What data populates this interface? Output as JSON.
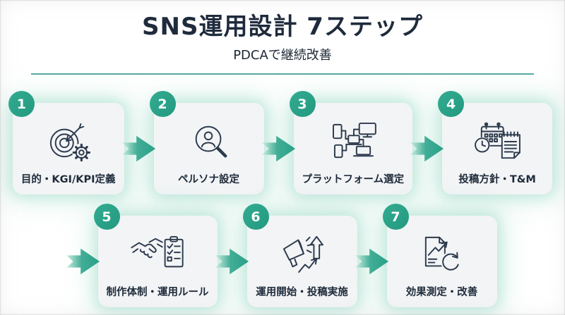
{
  "header": {
    "title": "SNS運用設計 7ステップ",
    "subtitle": "PDCAで継続改善"
  },
  "steps": [
    {
      "number": "1",
      "label": "目的・KGI/KPI定義",
      "icon": "target-dart-gear-icon"
    },
    {
      "number": "2",
      "label": "ペルソナ設定",
      "icon": "persona-magnifier-icon"
    },
    {
      "number": "3",
      "label": "プラットフォーム選定",
      "icon": "device-network-icon"
    },
    {
      "number": "4",
      "label": "投稿方針・T&M",
      "icon": "calendar-clock-notepad-icon"
    },
    {
      "number": "5",
      "label": "制作体制・運用ルール",
      "icon": "handshake-checklist-icon"
    },
    {
      "number": "6",
      "label": "運用開始・投稿実施",
      "icon": "megaphone-growth-icon"
    },
    {
      "number": "7",
      "label": "効果測定・改善",
      "icon": "report-refresh-icon"
    }
  ],
  "colors": {
    "accent_teal": "#2AA38B",
    "arrow_head": "#27A088",
    "arrow_tail": "#CDEEE3",
    "divider_teal": "#55AAA1",
    "title_navy": "#1F2B3C",
    "card_background": "#F3F4F6",
    "card_glow": "#9ADBC6",
    "icon_stroke": "#2B394C"
  }
}
